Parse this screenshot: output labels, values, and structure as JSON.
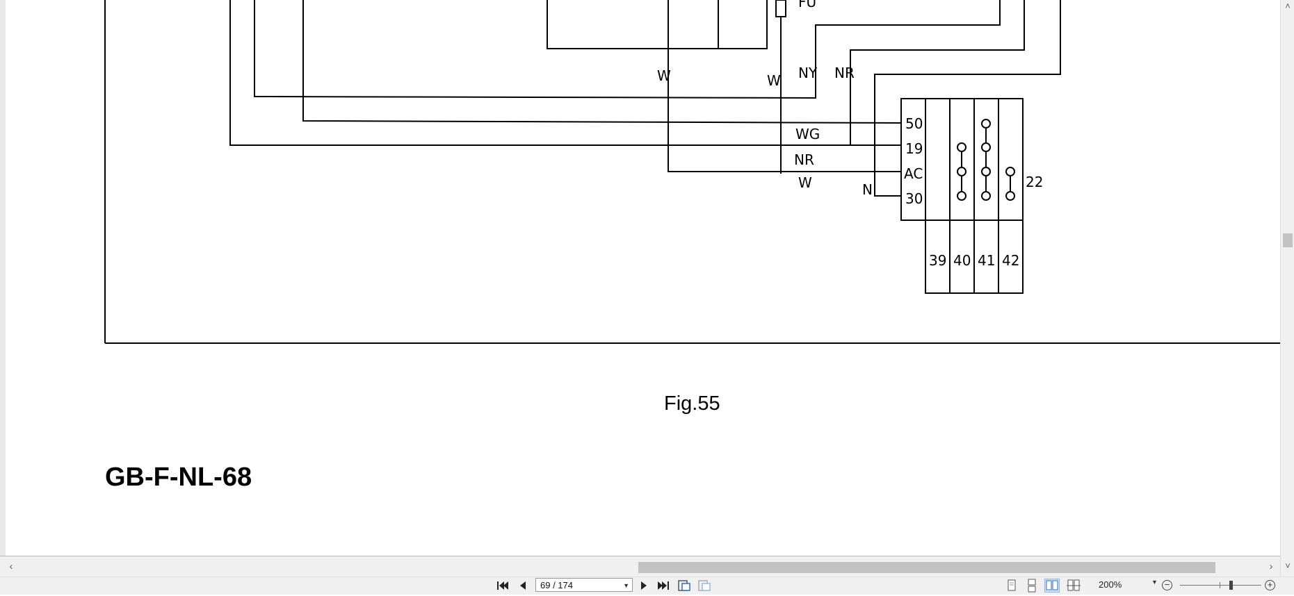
{
  "diagram": {
    "wire_labels": {
      "w1": "W",
      "w2": "W",
      "ny": "NY",
      "nr_top": "NR",
      "wg": "WG",
      "nr_mid": "NR",
      "w3": "W",
      "n": "N"
    },
    "fuse_label": "FU",
    "terminal_labels": [
      "50",
      "19",
      "AC",
      "30"
    ],
    "switch_number": "22",
    "position_labels": [
      "39",
      "40",
      "41",
      "42"
    ]
  },
  "figure": {
    "caption": "Fig.55"
  },
  "page_footer": {
    "code": "GB-F-NL-68"
  },
  "toolbar": {
    "page_indicator": "69 / 174",
    "zoom_level": "200%"
  },
  "icons": {
    "first_page": "first-page-icon",
    "prev_page": "prev-page-icon",
    "next_page": "next-page-icon",
    "last_page": "last-page-icon",
    "go_back": "go-back-icon",
    "go_forward": "go-forward-icon",
    "single_page": "single-page-icon",
    "continuous": "continuous-icon",
    "facing": "facing-icon",
    "book": "book-view-icon",
    "zoom_out": "zoom-out-icon",
    "zoom_in": "zoom-in-icon"
  }
}
